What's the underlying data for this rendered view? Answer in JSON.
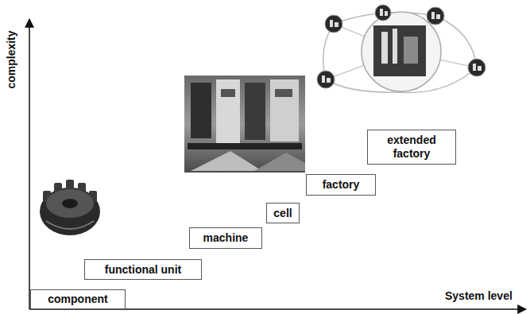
{
  "diagram": {
    "nodes": [
      {
        "text": [
          "component"
        ]
      },
      {
        "text": [
          "functional unit"
        ]
      },
      {
        "text": [
          "machine"
        ]
      },
      {
        "text": [
          "cell"
        ]
      },
      {
        "text": [
          "factory"
        ]
      },
      {
        "text": [
          "extended factory"
        ]
      }
    ],
    "labels": [
      "complexity",
      "System level"
    ]
  }
}
